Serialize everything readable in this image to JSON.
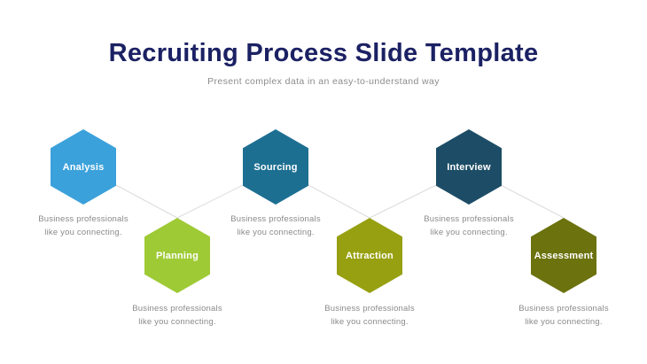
{
  "slide": {
    "title": "Recruiting Process Slide Template",
    "subtitle": "Present complex data in an easy-to-understand way"
  },
  "colors": {
    "background": "#FFFFFF",
    "title_text": "#1B2163",
    "subtitle_text": "#8C8C8C",
    "caption_text": "#8A8A8A",
    "hex_label_text": "#FFFFFF",
    "connector_line": "#DCDCDC"
  },
  "steps": [
    {
      "label": "Analysis",
      "color": "#3BA1DB",
      "caption_line1": "Business professionals",
      "caption_line2": "like you connecting."
    },
    {
      "label": "Planning",
      "color": "#9ECA35",
      "caption_line1": "Business professionals",
      "caption_line2": "like you connecting."
    },
    {
      "label": "Sourcing",
      "color": "#1D6F92",
      "caption_line1": "Business professionals",
      "caption_line2": "like you connecting."
    },
    {
      "label": "Attraction",
      "color": "#97A010",
      "caption_line1": "Business professionals",
      "caption_line2": "like you connecting."
    },
    {
      "label": "Interview",
      "color": "#1D4D66",
      "caption_line1": "Business professionals",
      "caption_line2": "like you connecting."
    },
    {
      "label": "Assessment",
      "color": "#6B720E",
      "caption_line1": "Business professionals",
      "caption_line2": "like you connecting."
    }
  ]
}
